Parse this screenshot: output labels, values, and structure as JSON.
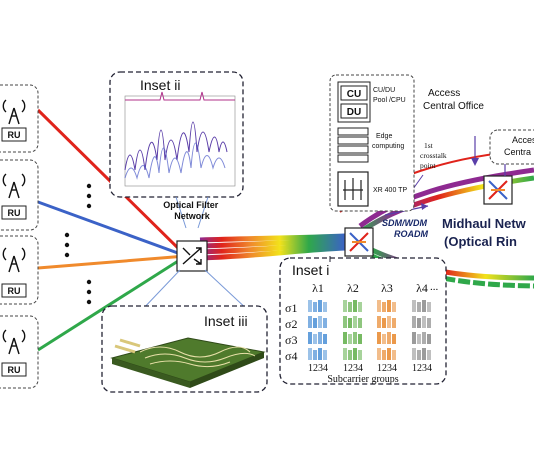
{
  "ru_label": "RU",
  "inset_ii": {
    "title": "Inset ii"
  },
  "inset_iii": {
    "title": "Inset iii"
  },
  "inset_i": {
    "title": "Inset i",
    "wavelengths": [
      "λ1",
      "λ2",
      "λ3",
      "λ4"
    ],
    "sigmas": [
      "σ1",
      "σ2",
      "σ3",
      "σ4"
    ],
    "subcarrier_nums": "1234",
    "footer": "Subcarrier groups",
    "ellipsis": "...",
    "colors": [
      "#4a8fd6",
      "#5fae48",
      "#e8872c",
      "#8a8a8a"
    ]
  },
  "optical_filter_label": [
    "Optical Filter",
    "Network"
  ],
  "office": {
    "title": [
      "Access",
      "Central Office"
    ],
    "cu": "CU",
    "du": "DU",
    "pool": [
      "CU/DU",
      "Pool /CPU"
    ],
    "edge": [
      "Edge",
      "computing"
    ],
    "xr": "XR 400 TP"
  },
  "crosstalk": [
    "1st",
    "crosstalk",
    "point"
  ],
  "sdm": [
    "SDM/WDM",
    "ROADM"
  ],
  "midhaul": [
    "Midhaul Netw",
    "(Optical Rin"
  ],
  "access_right": [
    "Access",
    "Centra"
  ],
  "colors": {
    "red": "#e0231b",
    "blue": "#3b62c7",
    "orange": "#f08a2c",
    "green": "#2fa84a",
    "purple": "#8e2a91"
  }
}
